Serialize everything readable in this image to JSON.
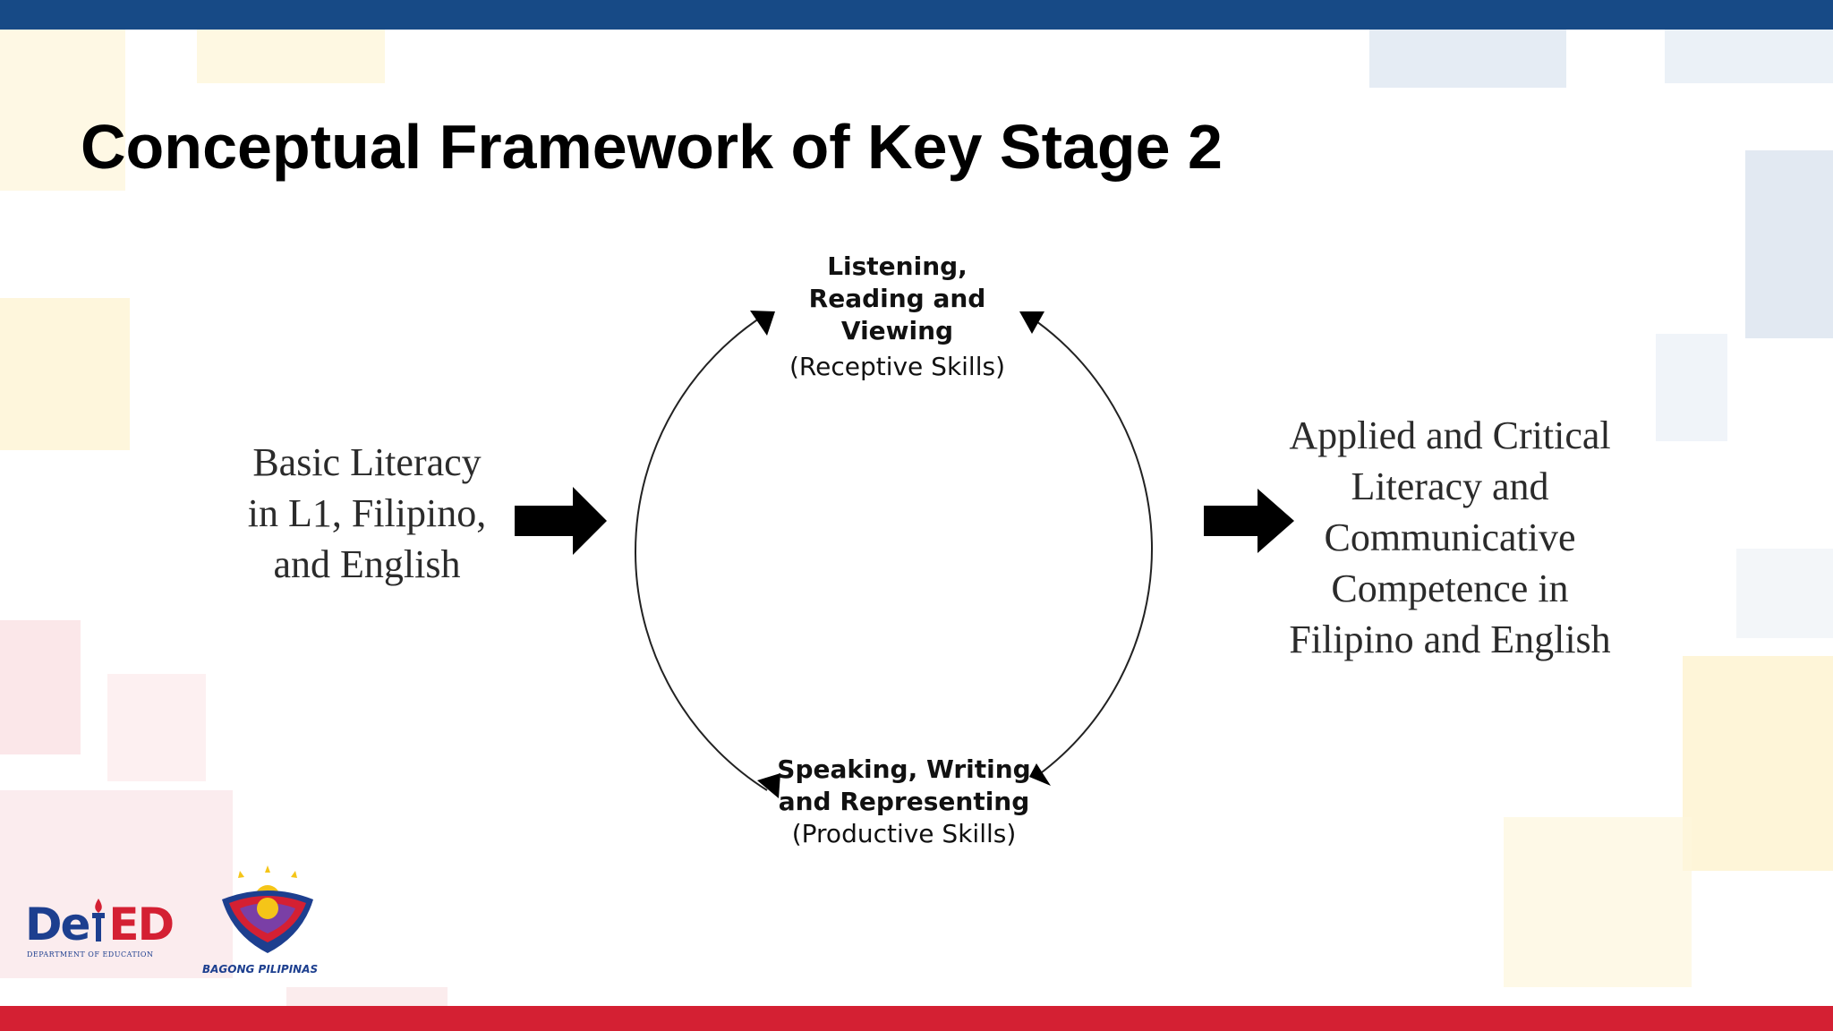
{
  "slide": {
    "title": "Conceptual Framework of Key Stage 2",
    "colors": {
      "top_bar": "#174a86",
      "bottom_bar": "#d42033",
      "arrow": "#000000"
    }
  },
  "diagram": {
    "input": {
      "lines": [
        "Basic Literacy",
        "in L1, Filipino,",
        "and English"
      ]
    },
    "receptive": {
      "bold_lines": [
        "Listening,",
        "Reading and",
        "Viewing"
      ],
      "note": "(Receptive Skills)"
    },
    "productive": {
      "bold_lines": [
        "Speaking, Writing",
        "and Representing"
      ],
      "note": "(Productive Skills)"
    },
    "output": {
      "lines": [
        "Applied and Critical",
        "Literacy and",
        "Communicative",
        "Competence in",
        "Filipino and English"
      ]
    }
  },
  "logos": {
    "deped": {
      "text_left": "De",
      "text_right": "ED",
      "subtitle": "DEPARTMENT OF EDUCATION"
    },
    "bagong_pilipinas": {
      "text": "BAGONG PILIPINAS"
    }
  }
}
